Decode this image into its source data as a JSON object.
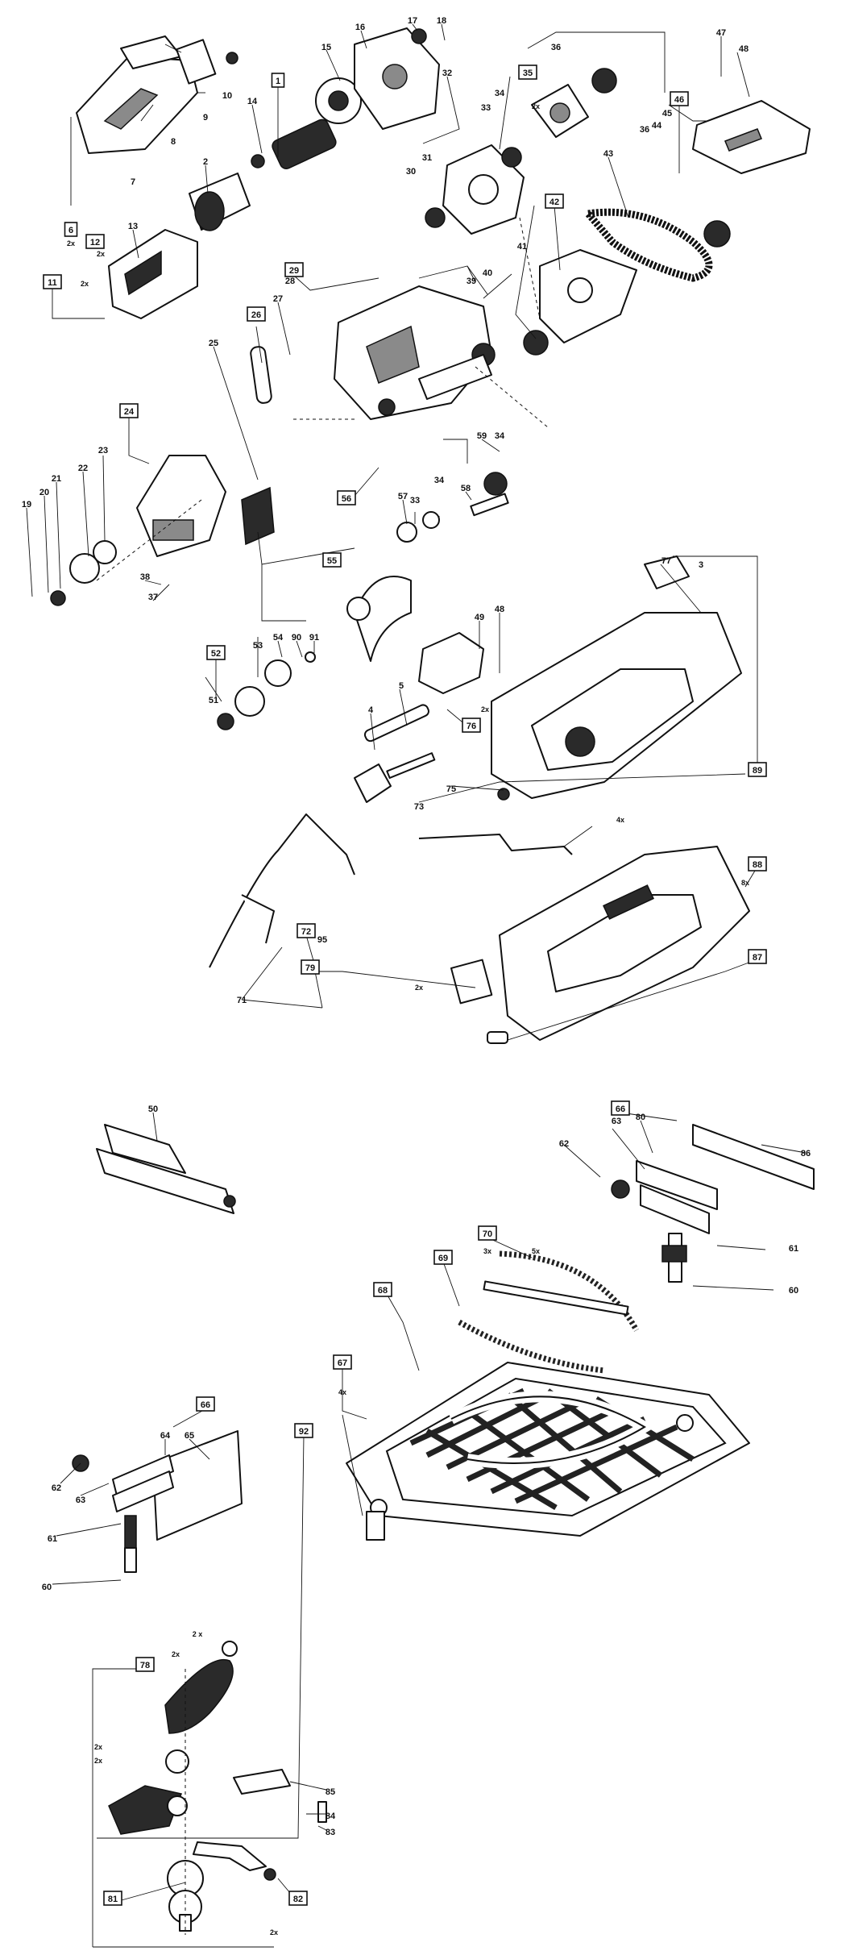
{
  "callouts": [
    {
      "id": "1",
      "t": "1",
      "boxed": true
    },
    {
      "id": "2",
      "t": "2"
    },
    {
      "id": "3",
      "t": "3"
    },
    {
      "id": "4",
      "t": "4"
    },
    {
      "id": "5",
      "t": "5"
    },
    {
      "id": "6",
      "t": "6",
      "boxed": true
    },
    {
      "id": "7",
      "t": "7"
    },
    {
      "id": "8",
      "t": "8"
    },
    {
      "id": "9",
      "t": "9"
    },
    {
      "id": "10",
      "t": "10"
    },
    {
      "id": "11",
      "t": "11",
      "boxed": true
    },
    {
      "id": "12",
      "t": "12",
      "boxed": true
    },
    {
      "id": "13",
      "t": "13"
    },
    {
      "id": "14",
      "t": "14"
    },
    {
      "id": "15",
      "t": "15"
    },
    {
      "id": "16",
      "t": "16"
    },
    {
      "id": "17",
      "t": "17"
    },
    {
      "id": "18",
      "t": "18"
    },
    {
      "id": "19",
      "t": "19"
    },
    {
      "id": "20",
      "t": "20"
    },
    {
      "id": "21",
      "t": "21"
    },
    {
      "id": "22",
      "t": "22"
    },
    {
      "id": "23",
      "t": "23"
    },
    {
      "id": "24",
      "t": "24",
      "boxed": true
    },
    {
      "id": "25",
      "t": "25"
    },
    {
      "id": "26",
      "t": "26",
      "boxed": true
    },
    {
      "id": "27",
      "t": "27"
    },
    {
      "id": "28",
      "t": "28"
    },
    {
      "id": "29",
      "t": "29",
      "boxed": true
    },
    {
      "id": "30",
      "t": "30"
    },
    {
      "id": "31",
      "t": "31"
    },
    {
      "id": "32",
      "t": "32"
    },
    {
      "id": "33a",
      "t": "33"
    },
    {
      "id": "34a",
      "t": "34"
    },
    {
      "id": "35",
      "t": "35",
      "boxed": true
    },
    {
      "id": "36a",
      "t": "36"
    },
    {
      "id": "36b",
      "t": "36"
    },
    {
      "id": "37",
      "t": "37"
    },
    {
      "id": "38",
      "t": "38"
    },
    {
      "id": "39",
      "t": "39"
    },
    {
      "id": "40",
      "t": "40"
    },
    {
      "id": "41",
      "t": "41"
    },
    {
      "id": "42",
      "t": "42",
      "boxed": true
    },
    {
      "id": "43",
      "t": "43"
    },
    {
      "id": "44",
      "t": "44"
    },
    {
      "id": "45",
      "t": "45"
    },
    {
      "id": "46",
      "t": "46",
      "boxed": true
    },
    {
      "id": "47",
      "t": "47"
    },
    {
      "id": "48a",
      "t": "48"
    },
    {
      "id": "48b",
      "t": "48"
    },
    {
      "id": "49",
      "t": "49"
    },
    {
      "id": "50",
      "t": "50"
    },
    {
      "id": "51",
      "t": "51"
    },
    {
      "id": "52",
      "t": "52",
      "boxed": true
    },
    {
      "id": "53",
      "t": "53"
    },
    {
      "id": "54",
      "t": "54"
    },
    {
      "id": "55",
      "t": "55",
      "boxed": true
    },
    {
      "id": "56",
      "t": "56",
      "boxed": true
    },
    {
      "id": "57",
      "t": "57"
    },
    {
      "id": "58",
      "t": "58"
    },
    {
      "id": "59",
      "t": "59"
    },
    {
      "id": "34b",
      "t": "34"
    },
    {
      "id": "34c",
      "t": "34"
    },
    {
      "id": "33b",
      "t": "33"
    },
    {
      "id": "60a",
      "t": "60"
    },
    {
      "id": "60b",
      "t": "60"
    },
    {
      "id": "61a",
      "t": "61"
    },
    {
      "id": "61b",
      "t": "61"
    },
    {
      "id": "62a",
      "t": "62"
    },
    {
      "id": "62b",
      "t": "62"
    },
    {
      "id": "63a",
      "t": "63"
    },
    {
      "id": "63b",
      "t": "63"
    },
    {
      "id": "64",
      "t": "64"
    },
    {
      "id": "65",
      "t": "65"
    },
    {
      "id": "66a",
      "t": "66",
      "boxed": true
    },
    {
      "id": "66b",
      "t": "66",
      "boxed": true
    },
    {
      "id": "67",
      "t": "67",
      "boxed": true
    },
    {
      "id": "68",
      "t": "68",
      "boxed": true
    },
    {
      "id": "69",
      "t": "69",
      "boxed": true
    },
    {
      "id": "70",
      "t": "70",
      "boxed": true
    },
    {
      "id": "71",
      "t": "71"
    },
    {
      "id": "72",
      "t": "72",
      "boxed": true
    },
    {
      "id": "73",
      "t": "73"
    },
    {
      "id": "75",
      "t": "75"
    },
    {
      "id": "76",
      "t": "76",
      "boxed": true
    },
    {
      "id": "77",
      "t": "77"
    },
    {
      "id": "78",
      "t": "78",
      "boxed": true
    },
    {
      "id": "79",
      "t": "79",
      "boxed": true
    },
    {
      "id": "80",
      "t": "80"
    },
    {
      "id": "81",
      "t": "81",
      "boxed": true
    },
    {
      "id": "82",
      "t": "82",
      "boxed": true
    },
    {
      "id": "83",
      "t": "83"
    },
    {
      "id": "84",
      "t": "84"
    },
    {
      "id": "85",
      "t": "85"
    },
    {
      "id": "86",
      "t": "86"
    },
    {
      "id": "87",
      "t": "87",
      "boxed": true
    },
    {
      "id": "88",
      "t": "88",
      "boxed": true
    },
    {
      "id": "89",
      "t": "89",
      "boxed": true
    },
    {
      "id": "90",
      "t": "90"
    },
    {
      "id": "91",
      "t": "91"
    },
    {
      "id": "92",
      "t": "92",
      "boxed": true
    },
    {
      "id": "95",
      "t": "95"
    }
  ],
  "quantities": [
    {
      "id": "q1",
      "t": "2x"
    },
    {
      "id": "q2",
      "t": "2x"
    },
    {
      "id": "q3",
      "t": "2x"
    },
    {
      "id": "q4",
      "t": "2x"
    },
    {
      "id": "q5",
      "t": "2x"
    },
    {
      "id": "q6",
      "t": "4x"
    },
    {
      "id": "q7",
      "t": "8x"
    },
    {
      "id": "q8",
      "t": "2x"
    },
    {
      "id": "q9",
      "t": "3x"
    },
    {
      "id": "q10",
      "t": "5x"
    },
    {
      "id": "q11",
      "t": "4x"
    },
    {
      "id": "q12",
      "t": "2 x"
    },
    {
      "id": "q13",
      "t": "2x"
    },
    {
      "id": "q14",
      "t": "2x"
    },
    {
      "id": "q15",
      "t": "2x"
    },
    {
      "id": "q16",
      "t": "2x"
    }
  ]
}
